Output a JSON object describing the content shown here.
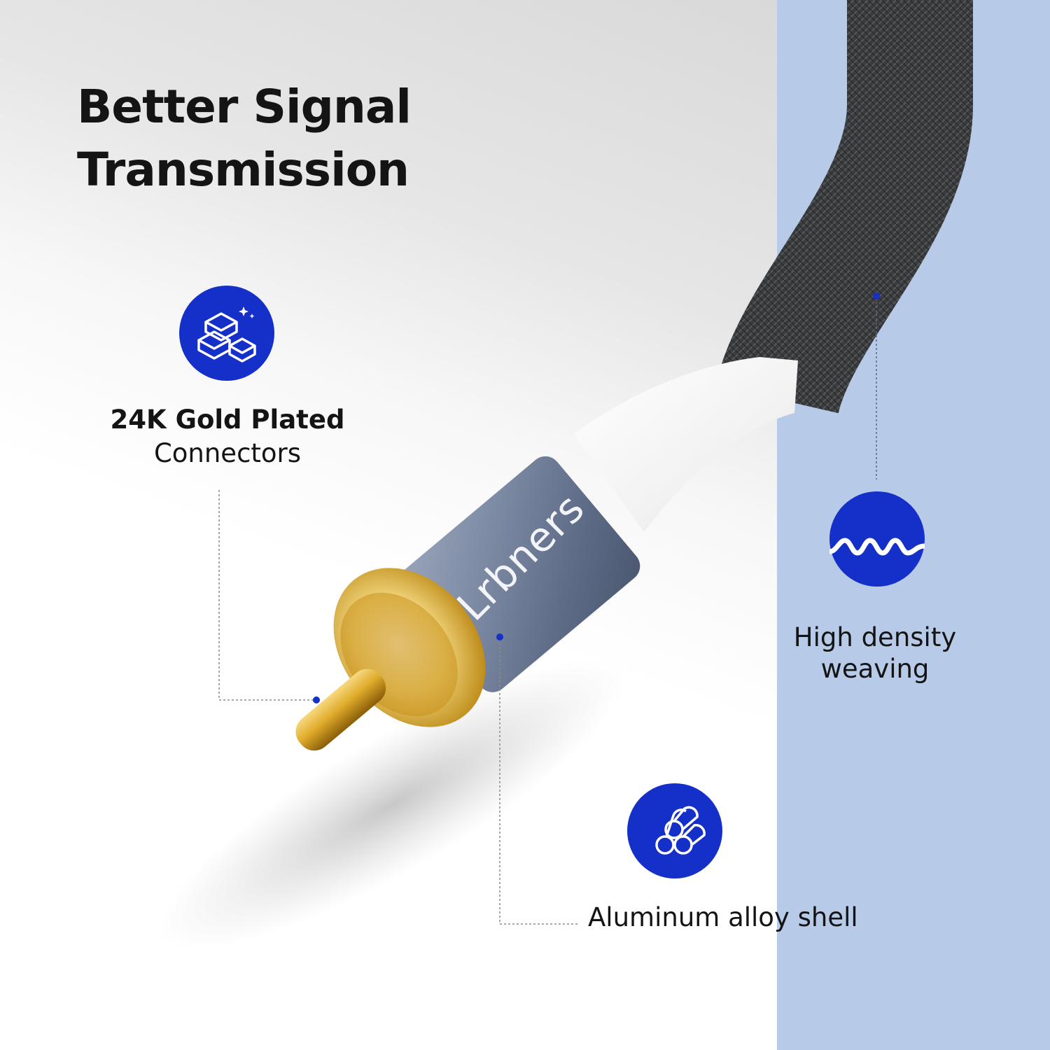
{
  "headline": {
    "line1": "Better Signal",
    "line2": "Transmission"
  },
  "brand_text": "Lrbners",
  "features": {
    "gold": {
      "title": "24K Gold Plated",
      "subtitle": "Connectors",
      "icon": "gold-bars-icon"
    },
    "weave": {
      "title": "High density",
      "subtitle": "weaving",
      "icon": "wave-icon"
    },
    "alloy": {
      "title": "Aluminum alloy shell",
      "icon": "aluminum-rods-icon"
    }
  },
  "colors": {
    "accent": "#1530c8",
    "panel": "#b7cbe9",
    "text": "#141414",
    "gold": "#d4a21a",
    "shell": "#6f7f99",
    "cable": "#3a3b3d"
  }
}
